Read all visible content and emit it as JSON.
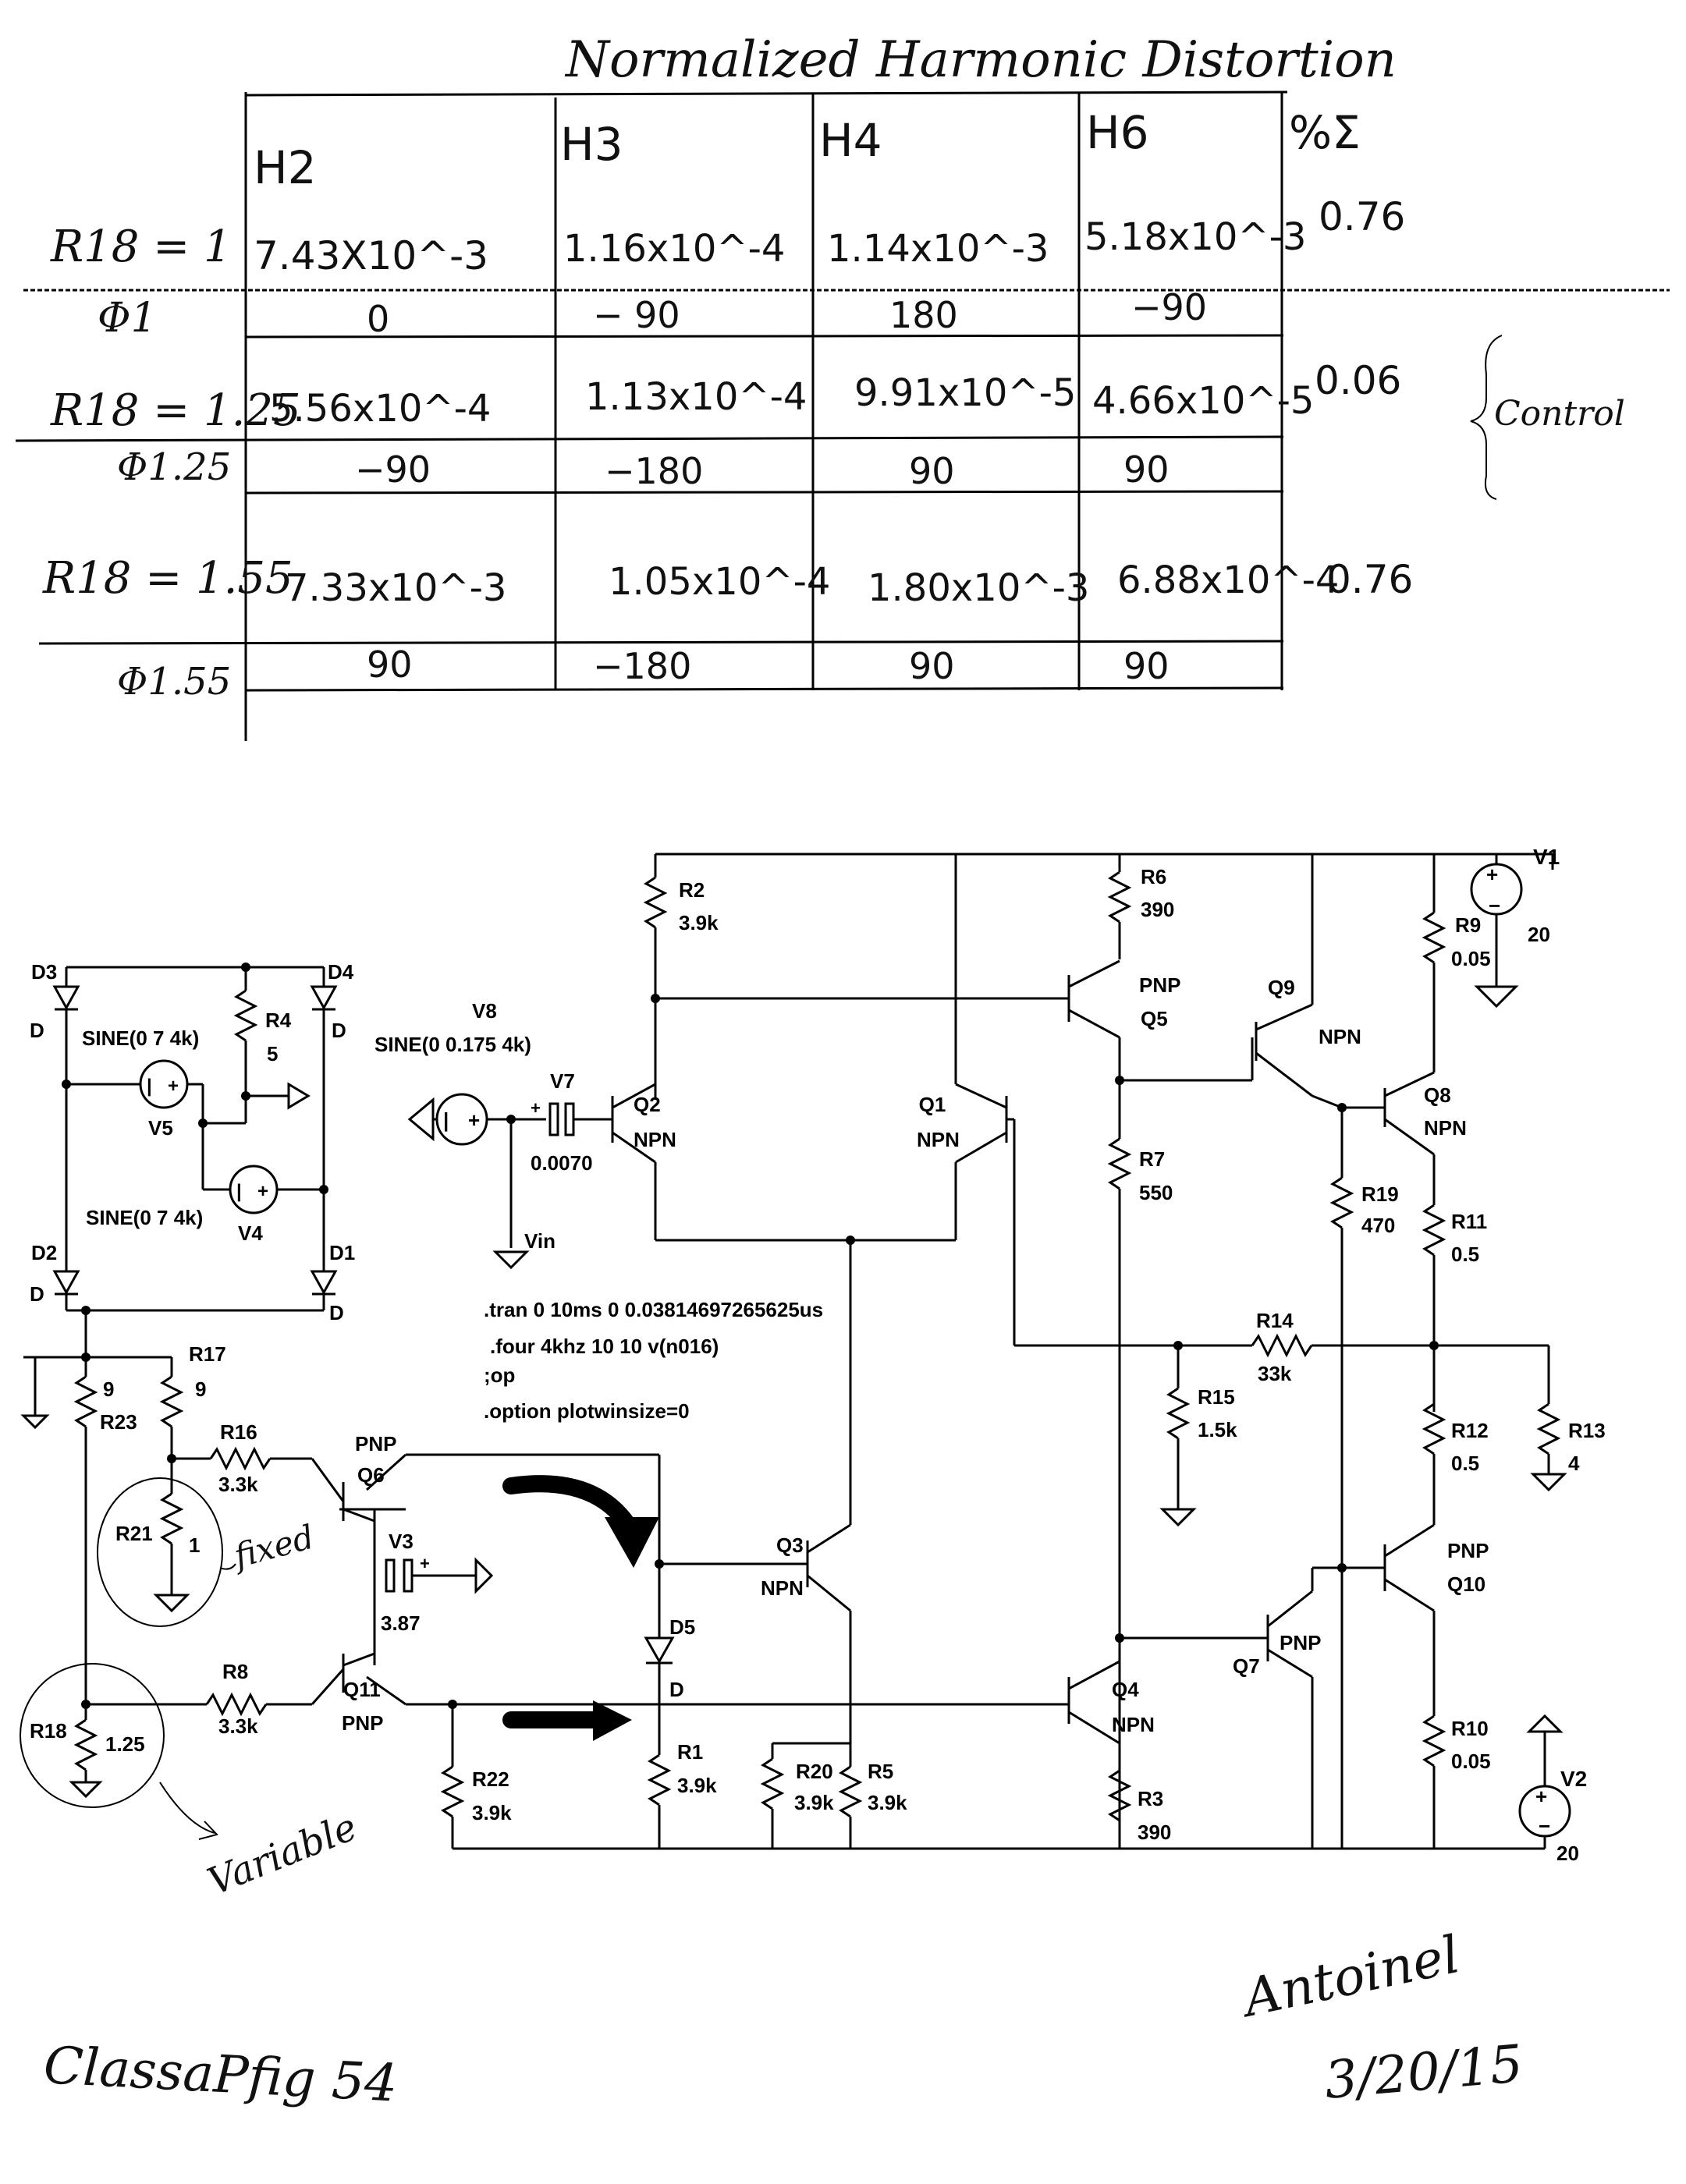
{
  "table": {
    "title": "Normalized Harmonic Distortion",
    "headers": [
      "H2",
      "H3",
      "H4",
      "H6",
      "%Σ"
    ],
    "rows": [
      {
        "label": "R18 = 1",
        "cells": [
          "7.43X10^-3",
          "1.16x10^-4",
          "1.14x10^-3",
          "5.18x10^-3",
          "0.76"
        ]
      },
      {
        "label": "Φ1",
        "cells": [
          "0",
          "− 90",
          "180",
          "−90",
          ""
        ]
      },
      {
        "label": "R18 = 1.25",
        "cells": [
          "5.56x10^-4",
          "1.13x10^-4",
          "9.91x10^-5",
          "4.66x10^-5",
          "0.06"
        ]
      },
      {
        "label": "Φ1.25",
        "cells": [
          "−90",
          "−180",
          "90",
          "90",
          ""
        ]
      },
      {
        "label": "R18 = 1.55",
        "cells": [
          "7.33x10^-3",
          "1.05x10^-4",
          "1.80x10^-3",
          "6.88x10^-4",
          "0.76"
        ]
      },
      {
        "label": "Φ1.55",
        "cells": [
          "90",
          "−180",
          "90",
          "90",
          ""
        ]
      }
    ],
    "brace_note": "Control"
  },
  "schematic": {
    "components": {
      "D3": "D3",
      "D4": "D4",
      "D2": "D2",
      "D1": "D1",
      "D": "D",
      "R4": "R4",
      "R4v": "5",
      "V5": "V5",
      "V5v": "SINE(0 7 4k)",
      "V4": "V4",
      "V4v": "SINE(0 7 4k)",
      "V8": "V8",
      "V8v": "SINE(0 0.175 4k)",
      "V7": "V7",
      "V7v": "0.0070",
      "Vin": "Vin",
      "R2": "R2",
      "R2v": "3.9k",
      "R6": "R6",
      "R6v": "390",
      "V1": "V1",
      "V1v": "20",
      "R9": "R9",
      "R9v": "0.05",
      "Q2": "Q2",
      "Q2t": "NPN",
      "Q1": "Q1",
      "Q1t": "NPN",
      "Q5": "Q5",
      "Q5t": "PNP",
      "Q9": "Q9",
      "Q9t": "NPN",
      "Q8": "Q8",
      "Q8t": "NPN",
      "R7": "R7",
      "R7v": "550",
      "R19": "R19",
      "R19v": "470",
      "R11": "R11",
      "R11v": "0.5",
      "R14": "R14",
      "R14v": "33k",
      "R15": "R15",
      "R15v": "1.5k",
      "R12": "R12",
      "R12v": "0.5",
      "R13": "R13",
      "R13v": "4",
      "R17": "R17",
      "R17v": "9",
      "R23": "R23",
      "R23v": "9",
      "R16": "R16",
      "R16v": "3.3k",
      "R21": "R21",
      "R21v": "1",
      "Q6": "Q6",
      "Q6t": "PNP",
      "V3": "V3",
      "V3v": "3.87",
      "Q3": "Q3",
      "Q3t": "NPN",
      "D5": "D5",
      "Q10": "Q10",
      "Q10t": "PNP",
      "Q7": "Q7",
      "Q7t": "PNP",
      "R18": "R18",
      "R18v": "1.25",
      "R8": "R8",
      "R8v": "3.3k",
      "Q11": "Q11",
      "Q11t": "PNP",
      "Q4": "Q4",
      "Q4t": "NPN",
      "R1": "R1",
      "R1v": "3.9k",
      "R20": "R20",
      "R20v": "3.9k",
      "R5": "R5",
      "R5v": "3.9k",
      "R22": "R22",
      "R22v": "3.9k",
      "R3": "R3",
      "R3v": "390",
      "R10": "R10",
      "R10v": "0.05",
      "V2": "V2",
      "V2v": "20"
    },
    "spice": [
      ".tran 0 10ms 0 0.03814697265625us",
      ".four 4khz 10 10 v(n016)",
      ";op",
      ".option plotwinsize=0"
    ],
    "annotations": {
      "fixed": "fixed",
      "variable": "Variable"
    }
  },
  "footer": {
    "figure": "ClassaPfig 54",
    "author": "Antoinel",
    "date": "3/20/15"
  }
}
